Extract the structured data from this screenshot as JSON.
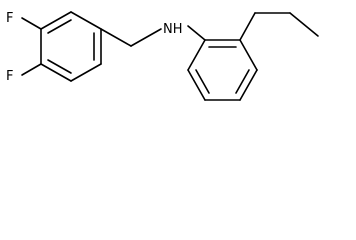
{
  "molecule": {
    "atoms": {
      "fluorine_upper": "F",
      "fluorine_lower": "F",
      "nitrogen_hydrogen": "NH"
    },
    "colors": {
      "bond": "#000000",
      "label": "#000000",
      "background": "#ffffff"
    }
  }
}
